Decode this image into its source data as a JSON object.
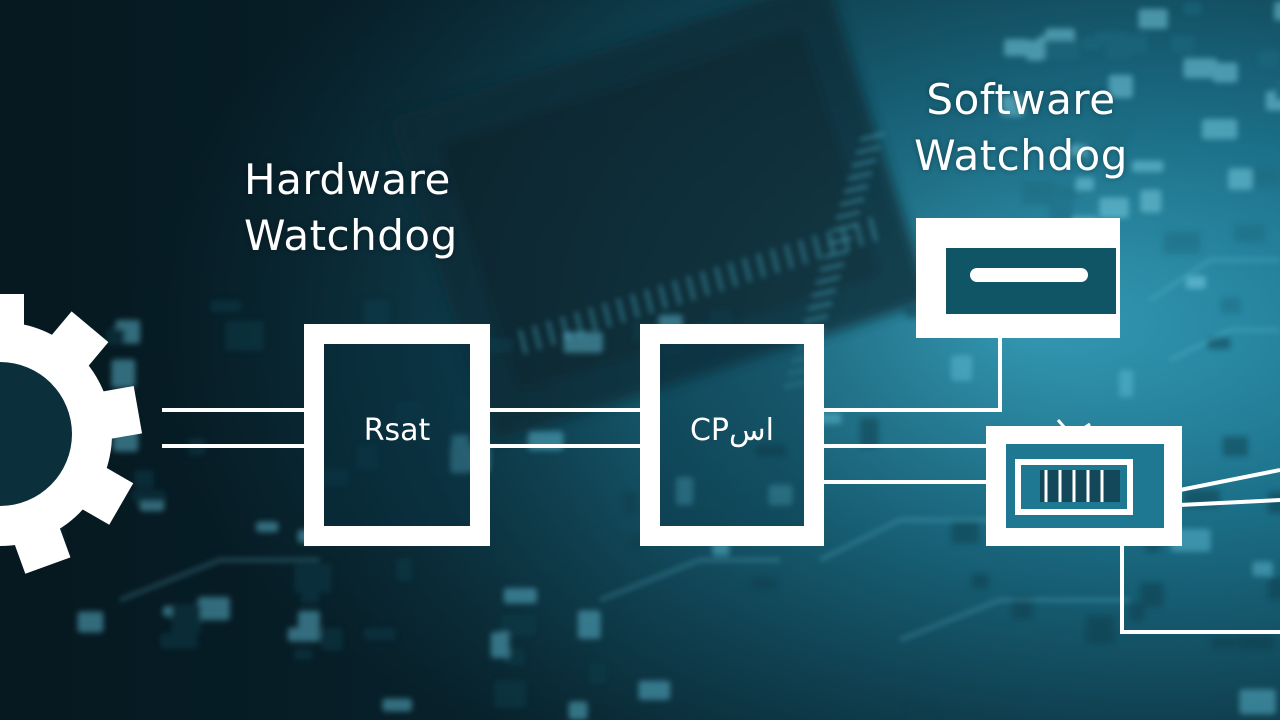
{
  "hardware_watchdog": {
    "title_line1": "Hardware",
    "title_line2": "Watchdog",
    "box_label": "Rsat"
  },
  "software_watchdog": {
    "title_line1": "Software",
    "title_line2": "Watchdog"
  },
  "cpu_block": {
    "box_label": "CPسl"
  },
  "colors": {
    "background_dark": "#0a2a36",
    "background_teal": "#1f8aa8",
    "foreground": "#ffffff"
  }
}
